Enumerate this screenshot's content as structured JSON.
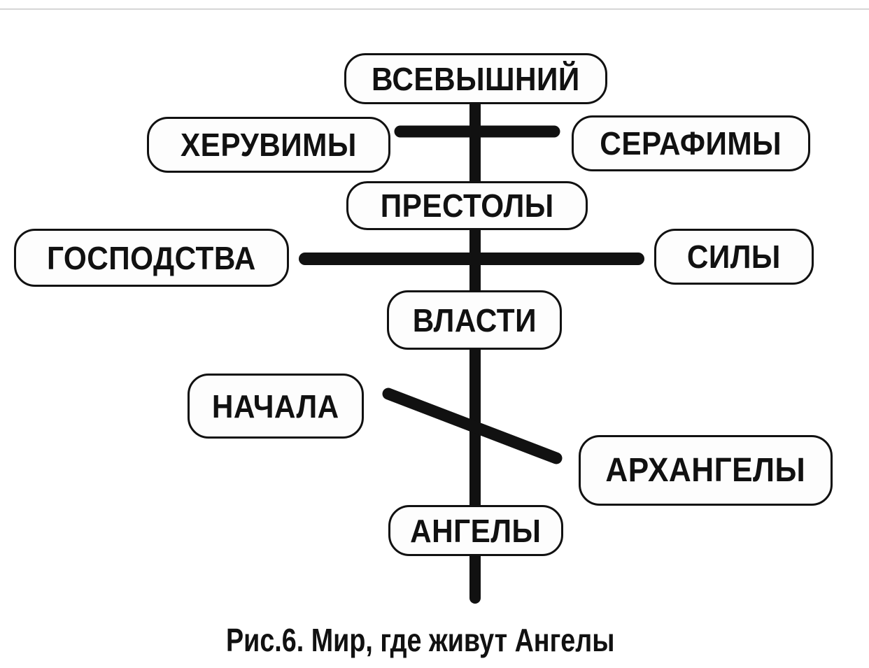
{
  "diagram": {
    "title": "Рис.6. Мир, где живут Ангелы",
    "line_color": "#111111",
    "background_color": "#ffffff",
    "nodes": {
      "vsevyshniy": "ВСЕВЫШНИЙ",
      "heruvimy": "ХЕРУВИМЫ",
      "serafimy": "СЕРАФИМЫ",
      "prestoly": "ПРЕСТОЛЫ",
      "gospodstva": "ГОСПОДСТВА",
      "sily": "СИЛЫ",
      "vlasti": "ВЛАСТИ",
      "nachala": "НАЧАЛА",
      "arhangely": "АРХАНГЕЛЫ",
      "angely": "АНГЕЛЫ"
    },
    "hierarchy_order": [
      "ВСЕВЫШНИЙ",
      "ХЕРУВИМЫ",
      "СЕРАФИМЫ",
      "ПРЕСТОЛЫ",
      "ГОСПОДСТВА",
      "СИЛЫ",
      "ВЛАСТИ",
      "НАЧАЛА",
      "АРХАНГЕЛЫ",
      "АНГЕЛЫ"
    ],
    "connections": [
      {
        "from": "ВСЕВЫШНИЙ",
        "to": "ПРЕСТОЛЫ",
        "type": "vertical-spine"
      },
      {
        "from": "ХЕРУВИМЫ",
        "to": "СЕРАФИМЫ",
        "type": "horizontal-crossbar"
      },
      {
        "from": "ПРЕСТОЛЫ",
        "to": "ВЛАСТИ",
        "type": "vertical-spine"
      },
      {
        "from": "ГОСПОДСТВА",
        "to": "СИЛЫ",
        "type": "horizontal-crossbar"
      },
      {
        "from": "ВЛАСТИ",
        "to": "АНГЕЛЫ",
        "type": "vertical-spine"
      },
      {
        "from": "НАЧАЛА",
        "to": "АРХАНГЕЛЫ",
        "type": "diagonal-crossbar"
      }
    ]
  }
}
